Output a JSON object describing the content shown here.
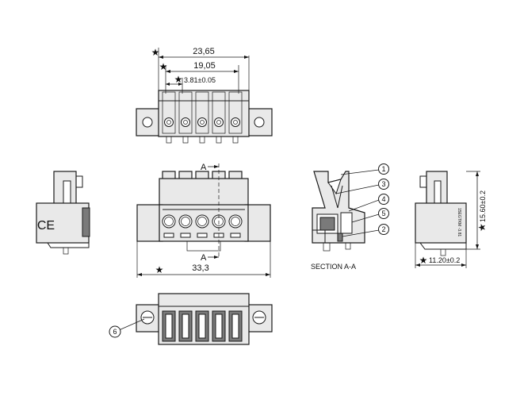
{
  "dimensions": {
    "overall_width": "23,65",
    "pin_span": "19,05",
    "pitch": "3.81±0.05",
    "total_length": "33,3",
    "height": "15.60±0.2",
    "depth": "11.20±0.2"
  },
  "section": {
    "marker": "A",
    "caption": "SECTION A-A"
  },
  "callouts": [
    "1",
    "2",
    "3",
    "4",
    "5",
    "6"
  ],
  "symbols": {
    "critical_mark": "★",
    "ce_mark": "CE",
    "side_marking": "15EGTKM -3.81"
  }
}
